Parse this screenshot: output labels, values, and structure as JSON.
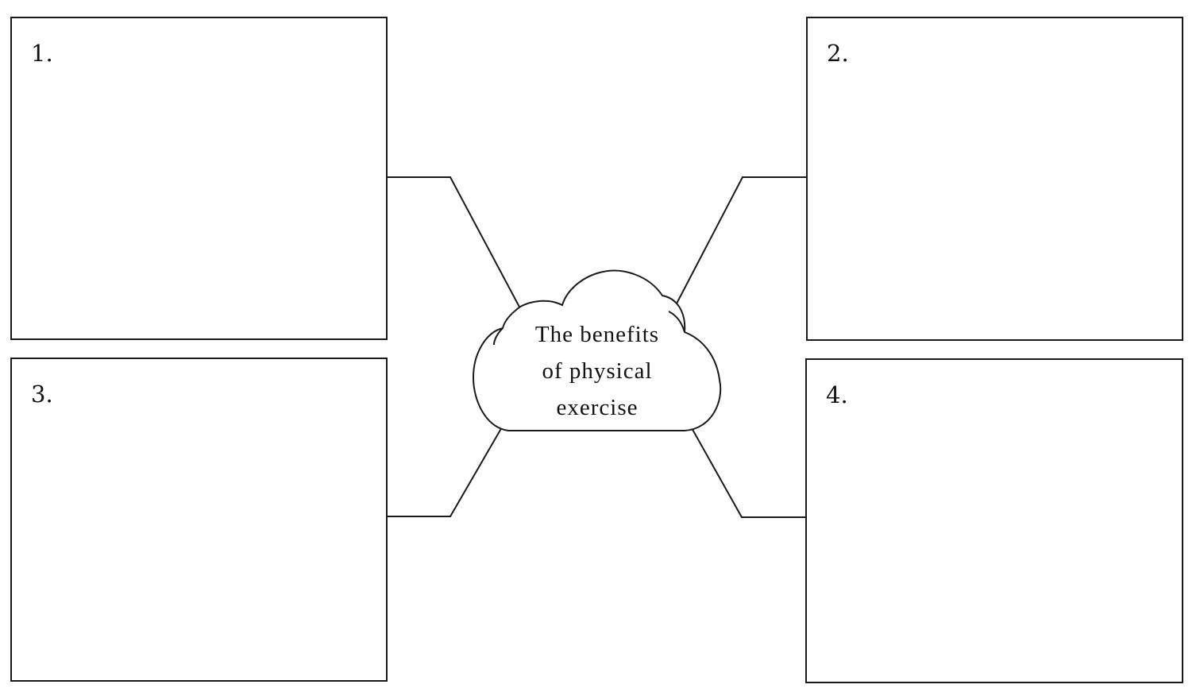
{
  "boxes": [
    {
      "id": "box-1",
      "label": "1."
    },
    {
      "id": "box-2",
      "label": "2."
    },
    {
      "id": "box-3",
      "label": "3."
    },
    {
      "id": "box-4",
      "label": "4."
    }
  ],
  "center": {
    "lines": [
      "The benefits",
      "of physical",
      "exercise"
    ]
  },
  "colors": {
    "stroke": "#1a1a1a",
    "background": "#ffffff",
    "text": "#111111"
  }
}
